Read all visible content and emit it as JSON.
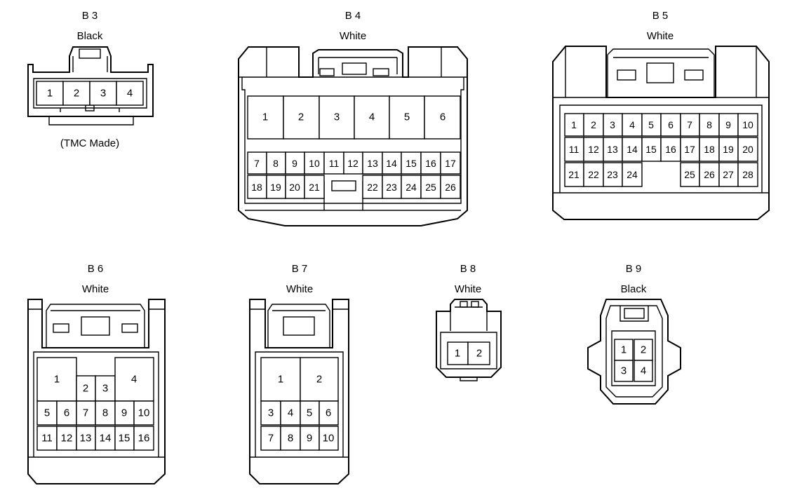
{
  "connectors": {
    "b3": {
      "id": "B 3",
      "color": "Black",
      "note": "(TMC Made)",
      "pins": [
        "1",
        "2",
        "3",
        "4"
      ]
    },
    "b4": {
      "id": "B 4",
      "color": "White",
      "pins": [
        "1",
        "2",
        "3",
        "4",
        "5",
        "6",
        "7",
        "8",
        "9",
        "10",
        "11",
        "12",
        "13",
        "14",
        "15",
        "16",
        "17",
        "18",
        "19",
        "20",
        "21",
        "22",
        "23",
        "24",
        "25",
        "26"
      ]
    },
    "b5": {
      "id": "B 5",
      "color": "White",
      "pins": [
        "1",
        "2",
        "3",
        "4",
        "5",
        "6",
        "7",
        "8",
        "9",
        "10",
        "11",
        "12",
        "13",
        "14",
        "15",
        "16",
        "17",
        "18",
        "19",
        "20",
        "21",
        "22",
        "23",
        "24",
        "25",
        "26",
        "27",
        "28"
      ]
    },
    "b6": {
      "id": "B 6",
      "color": "White",
      "pins": [
        "1",
        "2",
        "3",
        "4",
        "5",
        "6",
        "7",
        "8",
        "9",
        "10",
        "11",
        "12",
        "13",
        "14",
        "15",
        "16"
      ]
    },
    "b7": {
      "id": "B 7",
      "color": "White",
      "pins": [
        "1",
        "2",
        "3",
        "4",
        "5",
        "6",
        "7",
        "8",
        "9",
        "10"
      ]
    },
    "b8": {
      "id": "B 8",
      "color": "White",
      "pins": [
        "1",
        "2"
      ]
    },
    "b9": {
      "id": "B 9",
      "color": "Black",
      "pins": [
        "1",
        "2",
        "3",
        "4"
      ]
    }
  }
}
